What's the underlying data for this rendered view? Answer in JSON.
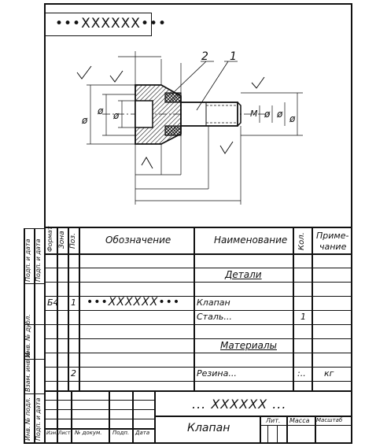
{
  "doc_code_top": "•••XXXXXX•••",
  "drawing": {
    "callout_1": "1",
    "callout_2": "2",
    "diameter_symbol": "ø",
    "dim_m": "M"
  },
  "spec_header": {
    "format": "Формат",
    "zone": "Зона",
    "pos": "Поз.",
    "designation": "Обозначение",
    "name": "Наименование",
    "qty": "Кол.",
    "note_line1": "Приме-",
    "note_line2": "чание"
  },
  "spec_rows": {
    "section_details": "Детали",
    "row1_format": "Б4",
    "row1_pos": "1",
    "row1_designation": "•••XXXXXX•••",
    "row1_name": "Клапан",
    "row2_name": "Сталь...",
    "row2_qty": "1",
    "section_materials": "Материалы",
    "row3_pos": "2",
    "row3_name": "Резина...",
    "row3_qty": ":..",
    "row3_note": "кг"
  },
  "side_labels": {
    "sign_date_1": "Подп. и дата",
    "inv_dup": "Инв. № дубл.",
    "inv_replace": "Взам. инв №",
    "inv_orig": "Инв. № подл.",
    "sign_date_2": "Подп. и дата",
    "sign_date_3": "Подп. и дата"
  },
  "title_block": {
    "doc_code": "... XXXXXX ...",
    "title": "Клапан",
    "col_izm": "Изм.",
    "col_list": "Лист",
    "col_docnum": "№ докум.",
    "col_sign": "Подп.",
    "col_date": "Дата",
    "lit": "Лит.",
    "mass": "Масса",
    "scale": "Масштаб"
  }
}
